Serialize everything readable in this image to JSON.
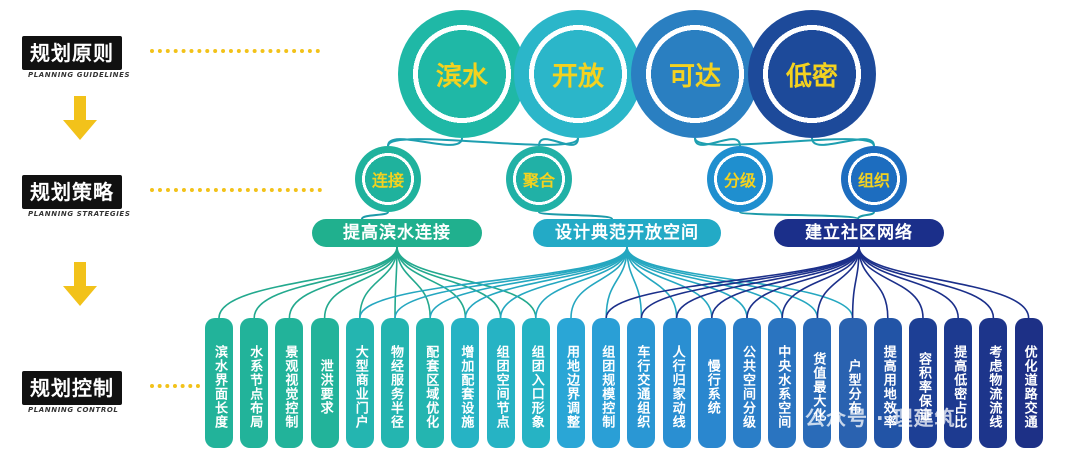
{
  "levels": [
    {
      "title": "规划原则",
      "subtitle": "PLANNING GUIDELINES"
    },
    {
      "title": "规划策略",
      "subtitle": "PLANNING STRATEGIES"
    },
    {
      "title": "规划控制",
      "subtitle": "PLANNING CONTROL"
    }
  ],
  "principles": [
    {
      "label": "滨水",
      "color": "#1fb8a6"
    },
    {
      "label": "开放",
      "color": "#2bb6c9"
    },
    {
      "label": "可达",
      "color": "#2a7fc1"
    },
    {
      "label": "低密",
      "color": "#1d4a9a"
    }
  ],
  "strategies": [
    {
      "label": "连接",
      "color": "#1fb29d"
    },
    {
      "label": "聚合",
      "color": "#21b1a6"
    },
    {
      "label": "分级",
      "color": "#1f8fcf"
    },
    {
      "label": "组织",
      "color": "#1d6dbf"
    }
  ],
  "goals": [
    {
      "label": "提高滨水连接",
      "color": "#20b08e"
    },
    {
      "label": "设计典范开放空间",
      "color": "#23aac6"
    },
    {
      "label": "建立社区网络",
      "color": "#1b2f8a"
    }
  ],
  "controls": [
    {
      "label": "滨水界面长度",
      "color": "#22b39a"
    },
    {
      "label": "水系节点布局",
      "color": "#22b39a"
    },
    {
      "label": "景观视觉控制",
      "color": "#22b39a"
    },
    {
      "label": "泄洪要求",
      "color": "#22b39a"
    },
    {
      "label": "大型商业门户",
      "color": "#24b5b0"
    },
    {
      "label": "物经服务半径",
      "color": "#24b5b0"
    },
    {
      "label": "配套区域优化",
      "color": "#24b5b0"
    },
    {
      "label": "增加配套设施",
      "color": "#26b3c4"
    },
    {
      "label": "组团空间节点",
      "color": "#26b3c4"
    },
    {
      "label": "组团入口形象",
      "color": "#26b3c4"
    },
    {
      "label": "用地边界调整",
      "color": "#2aa6d6"
    },
    {
      "label": "组团规模控制",
      "color": "#2a9fd6"
    },
    {
      "label": "车行交通组织",
      "color": "#2a97d4"
    },
    {
      "label": "人行归家动线",
      "color": "#2a8fd2"
    },
    {
      "label": "慢行系统",
      "color": "#2a87cf"
    },
    {
      "label": "公共空间分级",
      "color": "#2a7ec8"
    },
    {
      "label": "中央水系空间",
      "color": "#2a74c0"
    },
    {
      "label": "货值最大化",
      "color": "#2a6bb8"
    },
    {
      "label": "户型分布",
      "color": "#2a62b0"
    },
    {
      "label": "提高用地效率",
      "color": "#2254a6"
    },
    {
      "label": "容积率保证",
      "color": "#1d3f95"
    },
    {
      "label": "提高低密占比",
      "color": "#1d3a90"
    },
    {
      "label": "考虑物流流线",
      "color": "#1d358b"
    },
    {
      "label": "优化道路交通",
      "color": "#1d3086"
    }
  ],
  "watermark": "公众号 · 理建筑"
}
